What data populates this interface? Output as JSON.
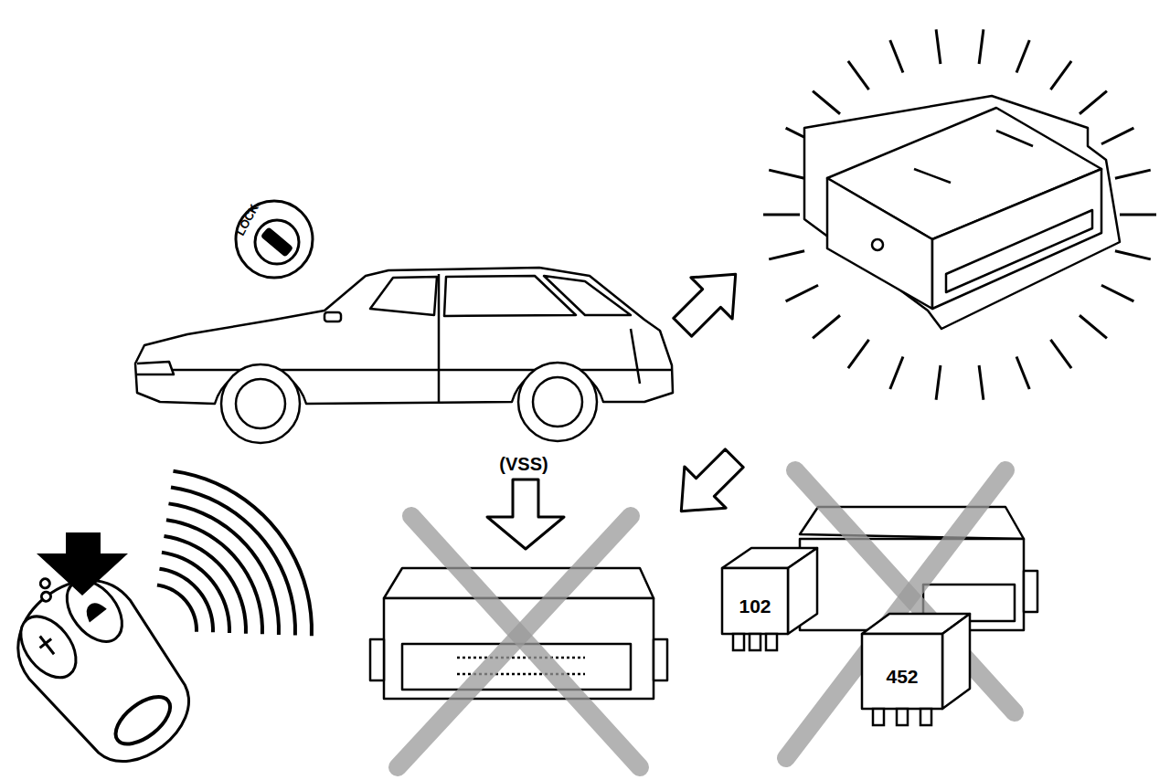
{
  "diagram": {
    "nodes": [
      {
        "text": [
          "102"
        ]
      },
      {
        "text": [
          "452"
        ]
      }
    ],
    "labels": [
      "LOCK",
      "(VSS)"
    ]
  }
}
